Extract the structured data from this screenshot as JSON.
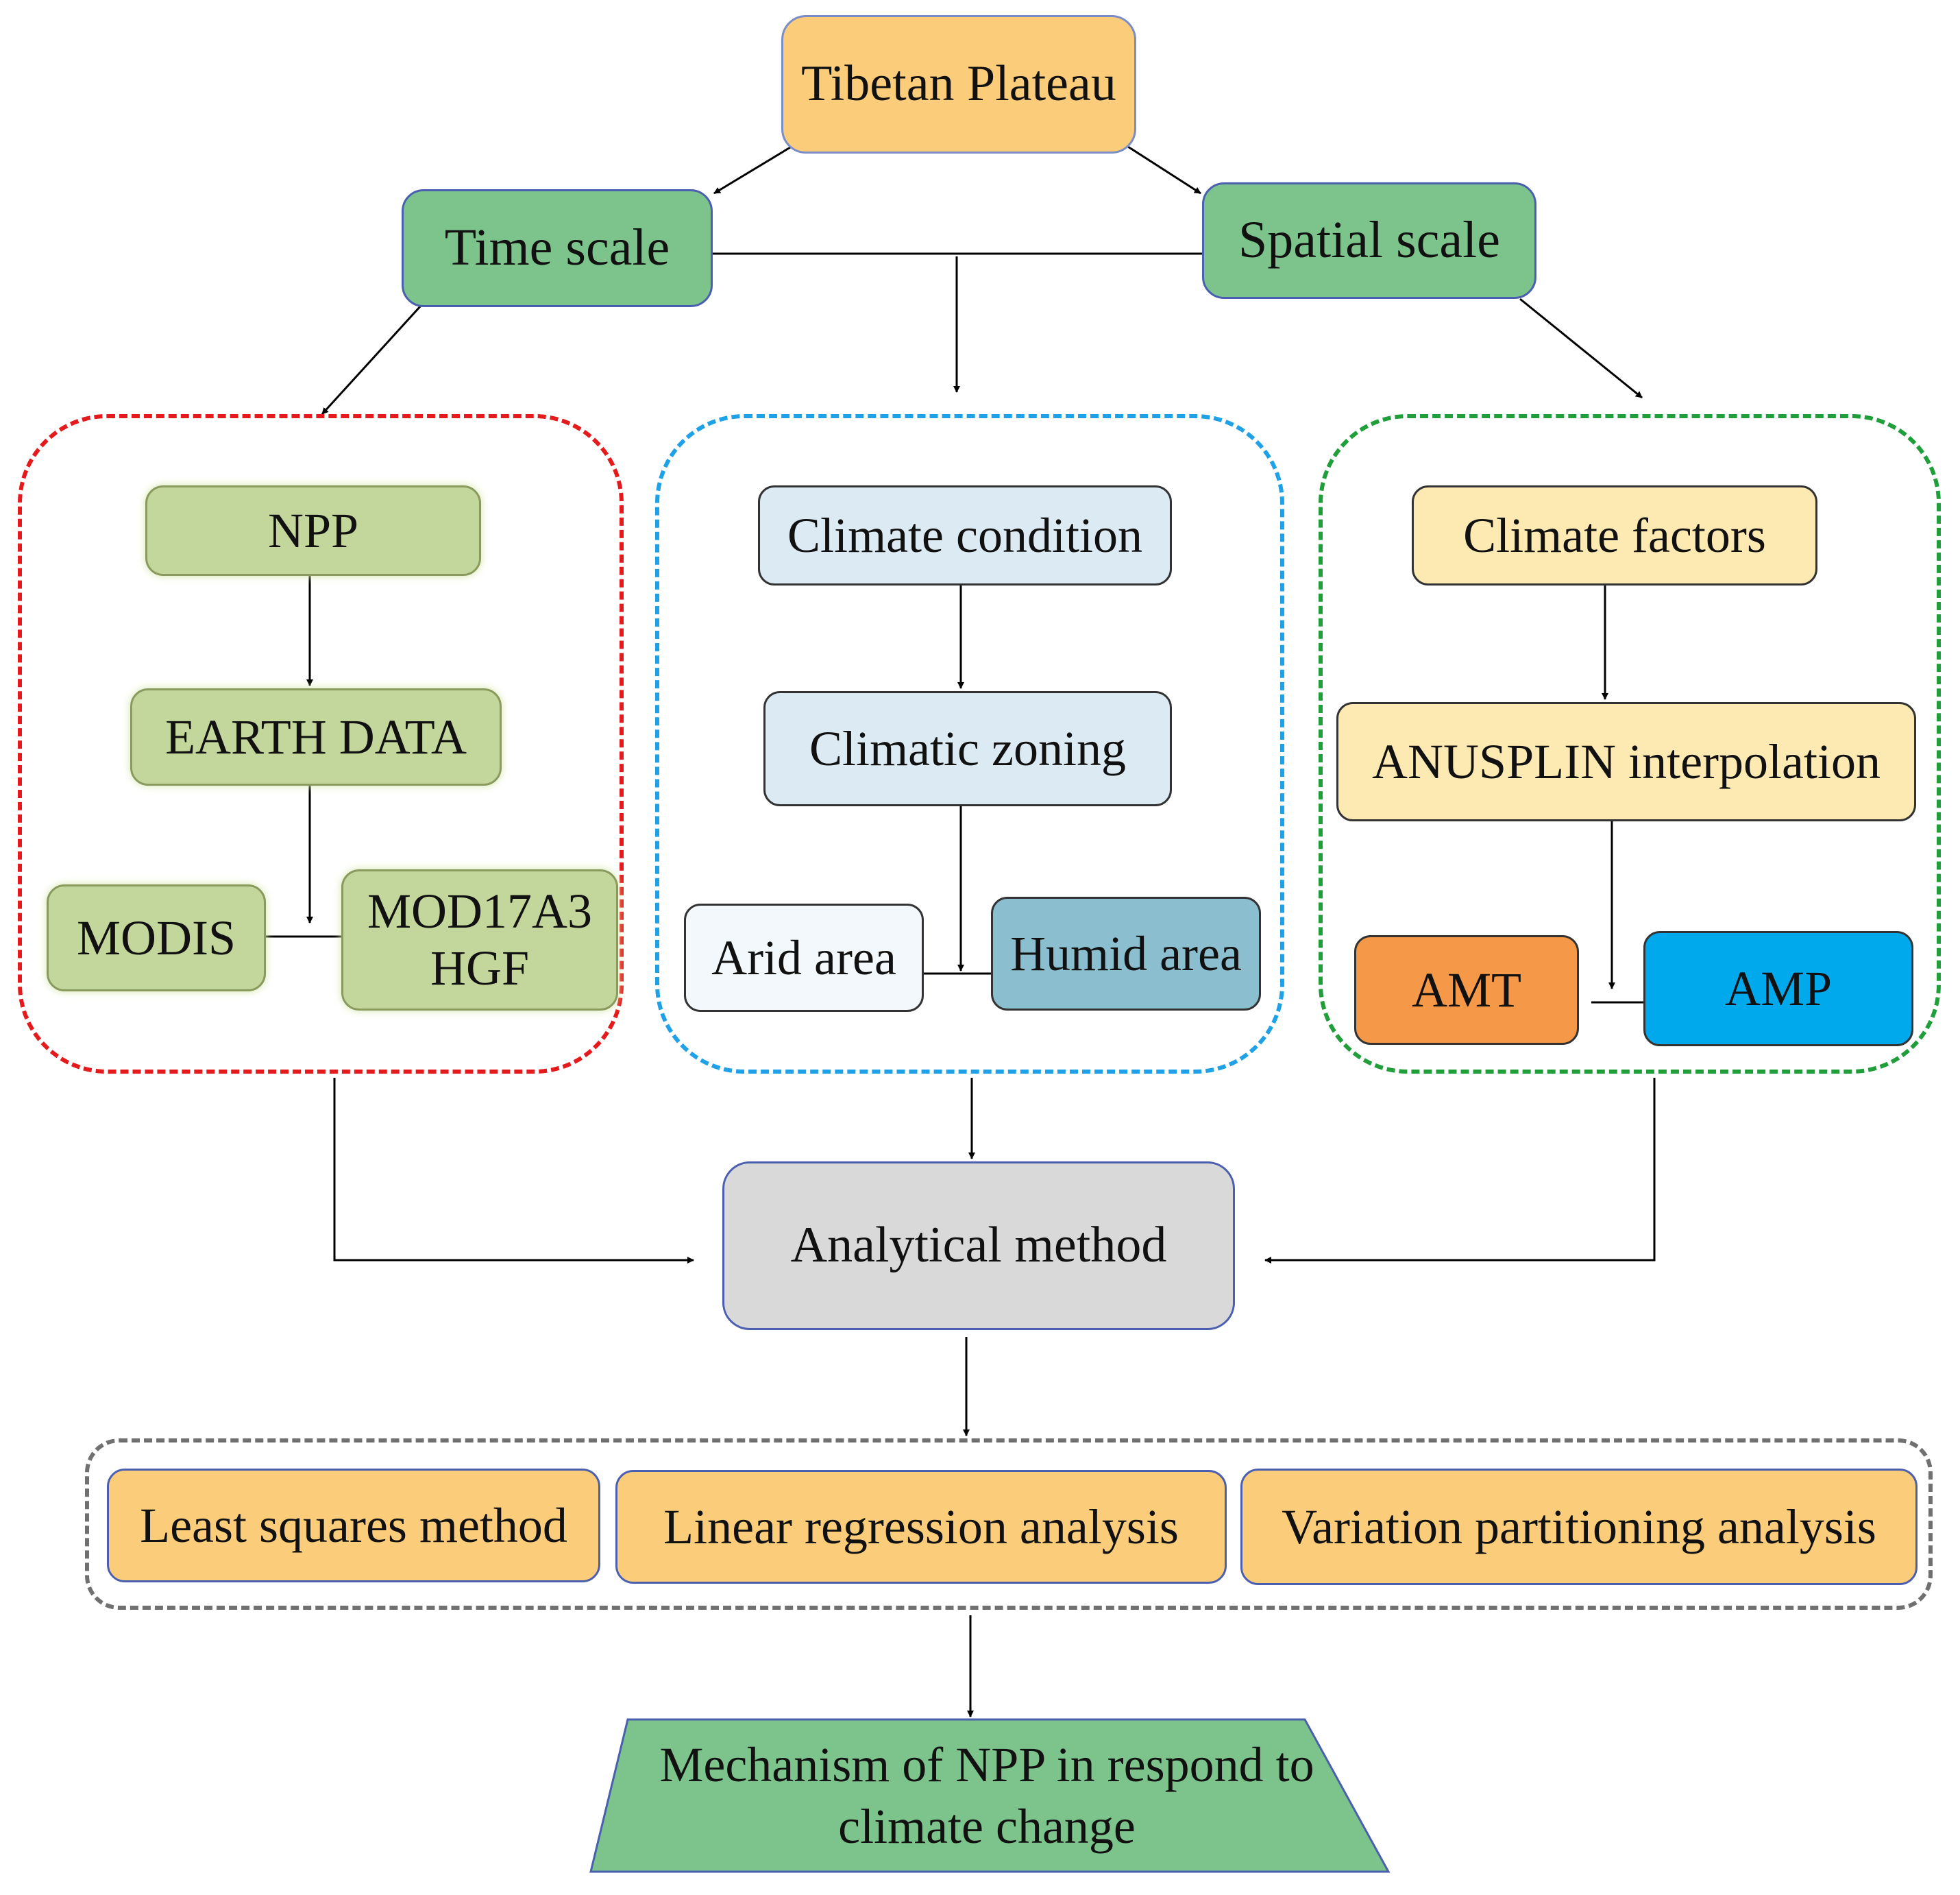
{
  "nodes": {
    "tibetan_plateau": "Tibetan Plateau",
    "time_scale": "Time scale",
    "spatial_scale": "Spatial scale",
    "npp": "NPP",
    "earth_data": "EARTH DATA",
    "modis": "MODIS",
    "mod17a3hgf": "MOD17A3 HGF",
    "climate_condition": "Climate condition",
    "climatic_zoning": "Climatic zoning",
    "arid_area": "Arid area",
    "humid_area": "Humid area",
    "climate_factors": "Climate factors",
    "anusplin": "ANUSPLIN interpolation",
    "amt": "AMT",
    "amp": "AMP",
    "analytical_method": "Analytical method",
    "least_squares": "Least squares method",
    "linear_regression": "Linear regression analysis",
    "variation_partitioning": "Variation partitioning analysis",
    "mechanism": "Mechanism of NPP in respond to climate change"
  },
  "colors": {
    "orange_box": "#fbcd7a",
    "green_box": "#7cc48b",
    "olive_box": "#c3d69b",
    "light_blue_box": "#dcebf3",
    "teal_box": "#8bbfd0",
    "cream_box": "#fde9b2",
    "amt_orange": "#f59848",
    "amp_blue": "#00a8ec",
    "gray_box": "#d9d9d9",
    "red_group": "#e41a1c",
    "blue_group": "#1ea1e6",
    "green_group": "#1f9e3a",
    "gray_group": "#707070"
  }
}
